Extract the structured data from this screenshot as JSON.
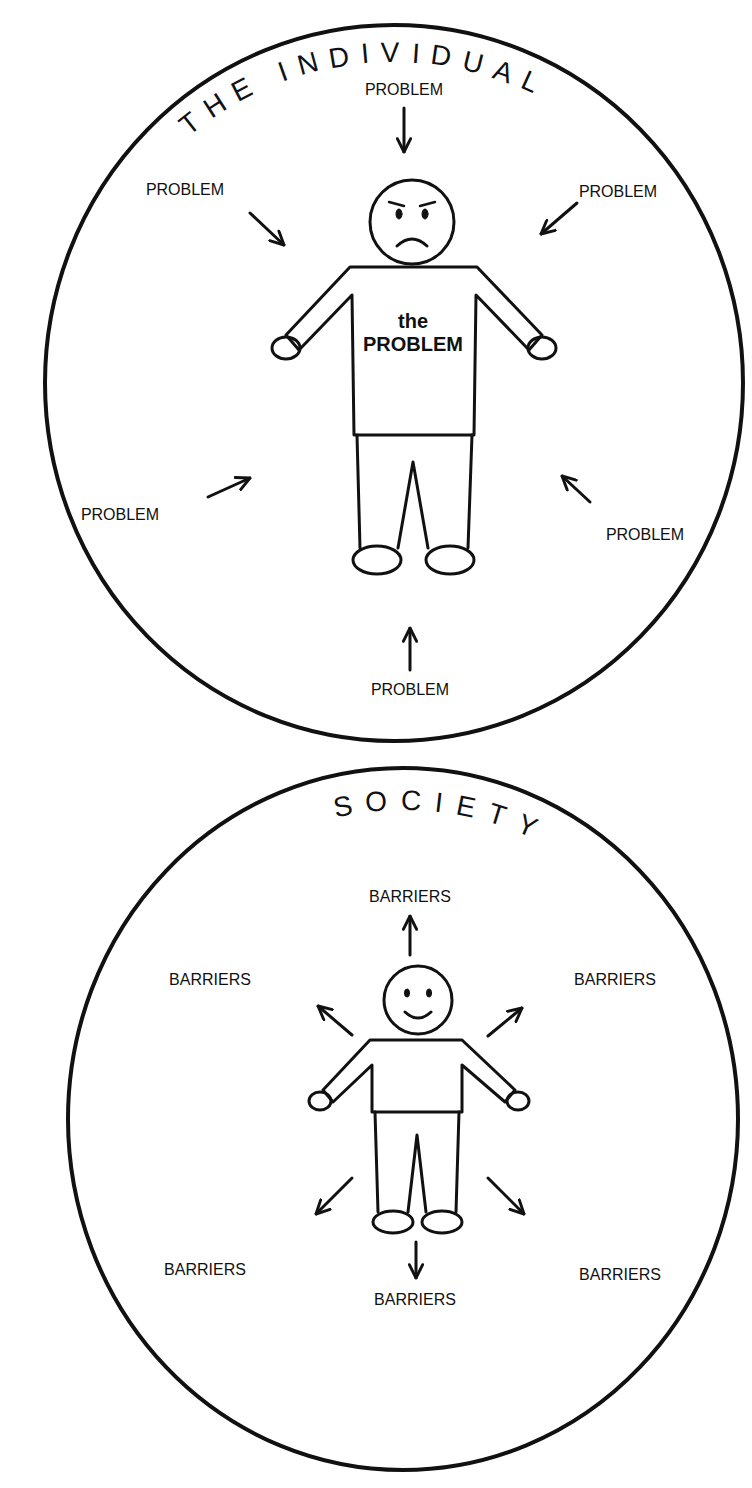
{
  "diagram": {
    "nodes": [
      {
        "text": [
          "THE INDIVIDUAL"
        ]
      },
      {
        "text": [
          "the PROBLEM"
        ],
        "in": 0
      },
      {
        "text": [
          "SOCIETY"
        ]
      }
    ],
    "labels": [
      "PROBLEM",
      "PROBLEM",
      "PROBLEM",
      "PROBLEM",
      "PROBLEM",
      "PROBLEM",
      "BARRIERS",
      "BARRIERS",
      "BARRIERS",
      "BARRIERS",
      "BARRIERS",
      "BARRIERS"
    ]
  }
}
